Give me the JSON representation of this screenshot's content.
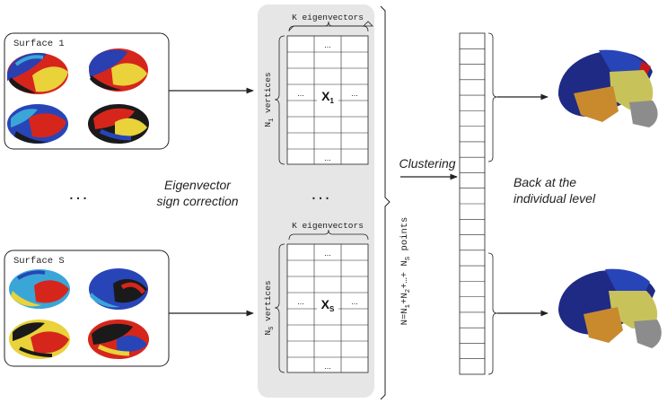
{
  "surface_panels": [
    {
      "title": "Surface 1"
    },
    {
      "title": "Surface S"
    }
  ],
  "dots_between_surfaces": "...",
  "dots_between_matrices": "...",
  "sign_correction": {
    "line1": "Eigenvector",
    "line2": "sign correction"
  },
  "matrices": [
    {
      "cols_label": "K eigenvectors",
      "rows_label_prefix": "N",
      "rows_label_sub": "1",
      "rows_label_suffix": " vertices",
      "symbol": "X",
      "symbol_sub": "1",
      "cell_dots": "..."
    },
    {
      "cols_label": "K eigenvectors",
      "rows_label_prefix": "N",
      "rows_label_sub": "S",
      "rows_label_suffix": " vertices",
      "symbol": "X",
      "symbol_sub": "S",
      "cell_dots": "..."
    }
  ],
  "points_formula": {
    "t1": "N=N",
    "s1": "1",
    "t2": "+N",
    "s2": "2",
    "t3": "+…+ N",
    "s3": "S",
    "t4": " points"
  },
  "clustering_label": "Clustering",
  "back_label": {
    "line1": "Back at the",
    "line2": "individual level"
  },
  "colors": {
    "panel_bg": "#e6e6e6",
    "parcel_navy": "#1f2a85",
    "parcel_blue": "#2845b8",
    "parcel_olive": "#c7c35a",
    "parcel_orange": "#c98a2e",
    "parcel_gray": "#8c8c8c",
    "parcel_red": "#c41a1a",
    "map_red": "#d6261c",
    "map_yellow": "#e9d23a",
    "map_cyan": "#3aa6d8",
    "map_black": "#1a1a1a"
  }
}
